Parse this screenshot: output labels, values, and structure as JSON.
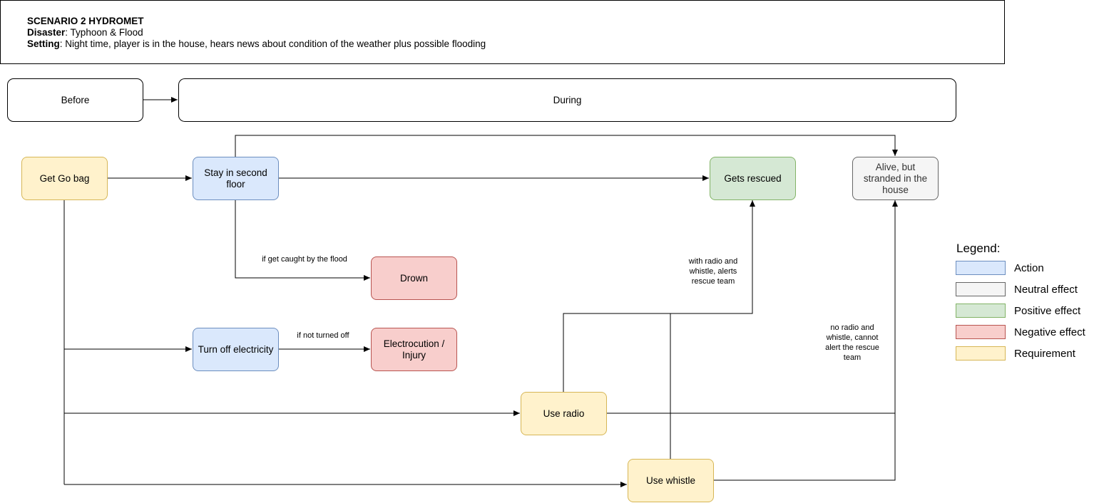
{
  "header": {
    "title": "SCENARIO 2 HYDROMET",
    "disaster_label": "Disaster",
    "disaster_value": ": Typhoon & Flood",
    "setting_label": "Setting",
    "setting_value": ": Night time, player is in the house, hears news about condition of the weather plus possible flooding"
  },
  "phases": {
    "before": "Before",
    "during": "During"
  },
  "nodes": {
    "get_go_bag": "Get Go bag",
    "stay_second_floor": "Stay in second floor",
    "gets_rescued": "Gets rescued",
    "alive_stranded": "Alive, but stranded in the house",
    "drown": "Drown",
    "turn_off_electricity": "Turn off electricity",
    "electrocution": "Electrocution / Injury",
    "use_radio": "Use radio",
    "use_whistle": "Use whistle"
  },
  "edge_labels": {
    "caught_by_flood": "if get caught by the flood",
    "not_turned_off": "if not turned off",
    "with_radio_whistle": "with radio and whistle, alerts rescue team",
    "no_radio_whistle": "no radio and whistle, cannot alert the rescue team"
  },
  "legend": {
    "title": "Legend:",
    "items": [
      {
        "label": "Action",
        "fill": "#dae8fc",
        "stroke": "#6c8ebf"
      },
      {
        "label": "Neutral effect",
        "fill": "#f5f5f5",
        "stroke": "#666666"
      },
      {
        "label": "Positive effect",
        "fill": "#d5e8d4",
        "stroke": "#82b366"
      },
      {
        "label": "Negative effect",
        "fill": "#f8cecc",
        "stroke": "#b85450"
      },
      {
        "label": "Requirement",
        "fill": "#fff2cc",
        "stroke": "#d6b656"
      }
    ]
  }
}
